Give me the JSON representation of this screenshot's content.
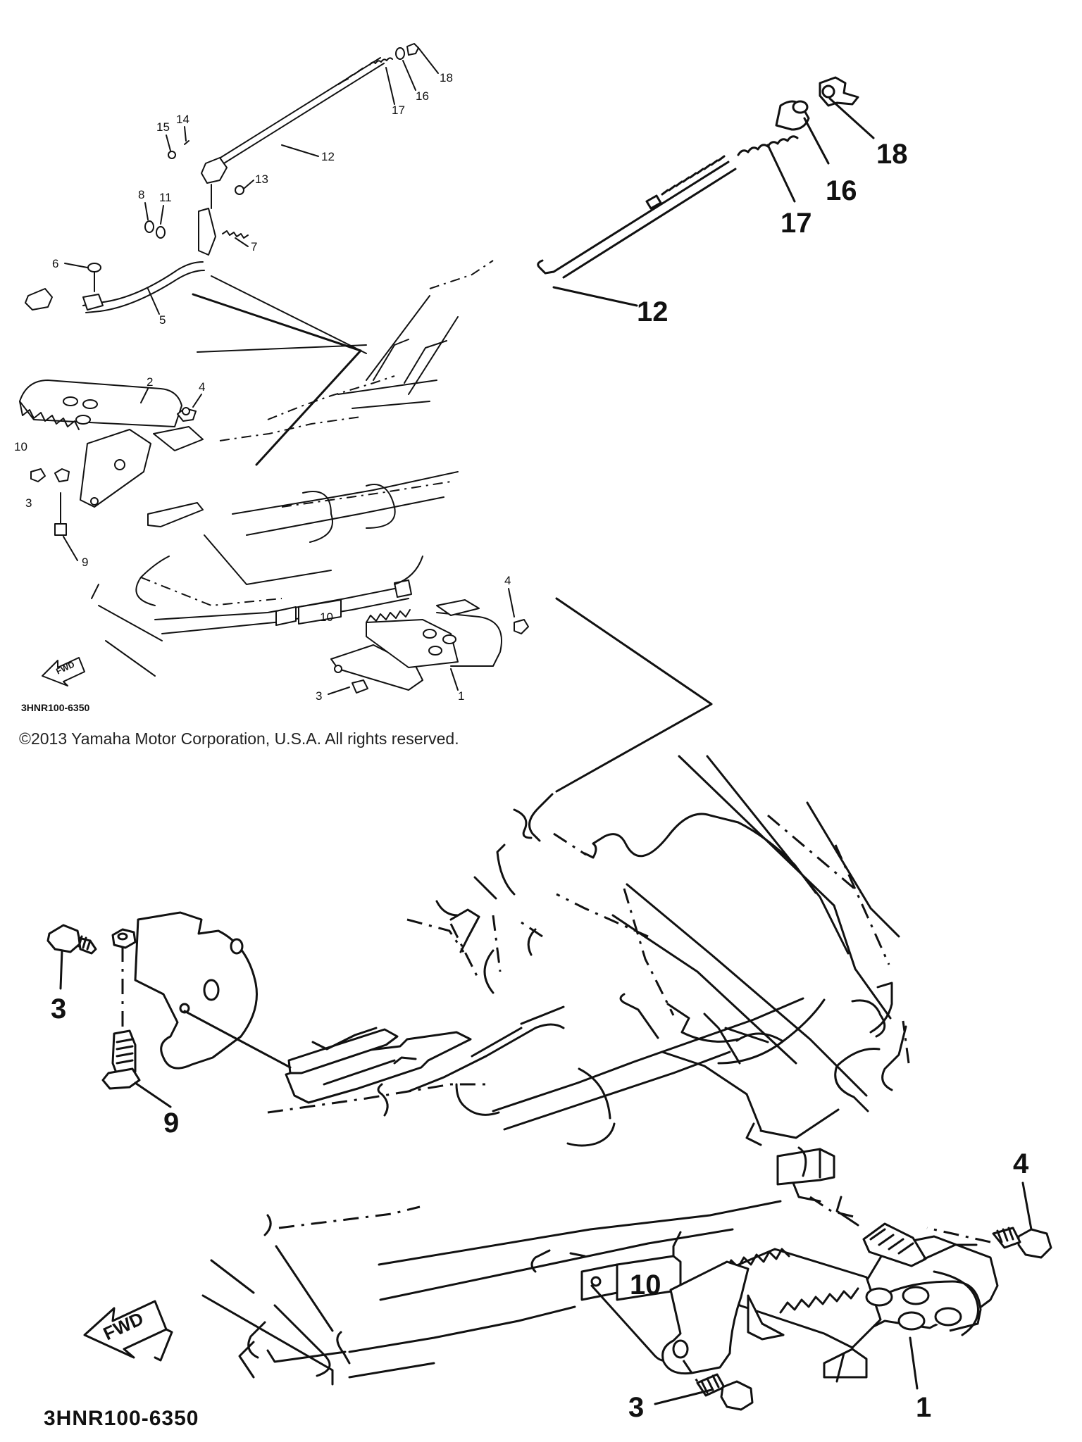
{
  "diagram": {
    "overview_callouts": [
      "1",
      "2",
      "3",
      "3",
      "4",
      "4",
      "5",
      "6",
      "7",
      "8",
      "9",
      "10",
      "11",
      "12",
      "13",
      "14",
      "15",
      "16",
      "17",
      "18"
    ],
    "detail_rod_callouts": [
      "12",
      "16",
      "17",
      "18"
    ],
    "detail_frame_callouts": [
      "1",
      "3",
      "3",
      "4",
      "9"
    ],
    "drawing_code_small": "3HNR100-6350",
    "drawing_code_large": "3HNR100-6350",
    "direction_label_small": "FWD",
    "direction_label_large": "FWD",
    "copyright": "©2013 Yamaha Motor Corporation, U.S.A. All rights reserved."
  }
}
